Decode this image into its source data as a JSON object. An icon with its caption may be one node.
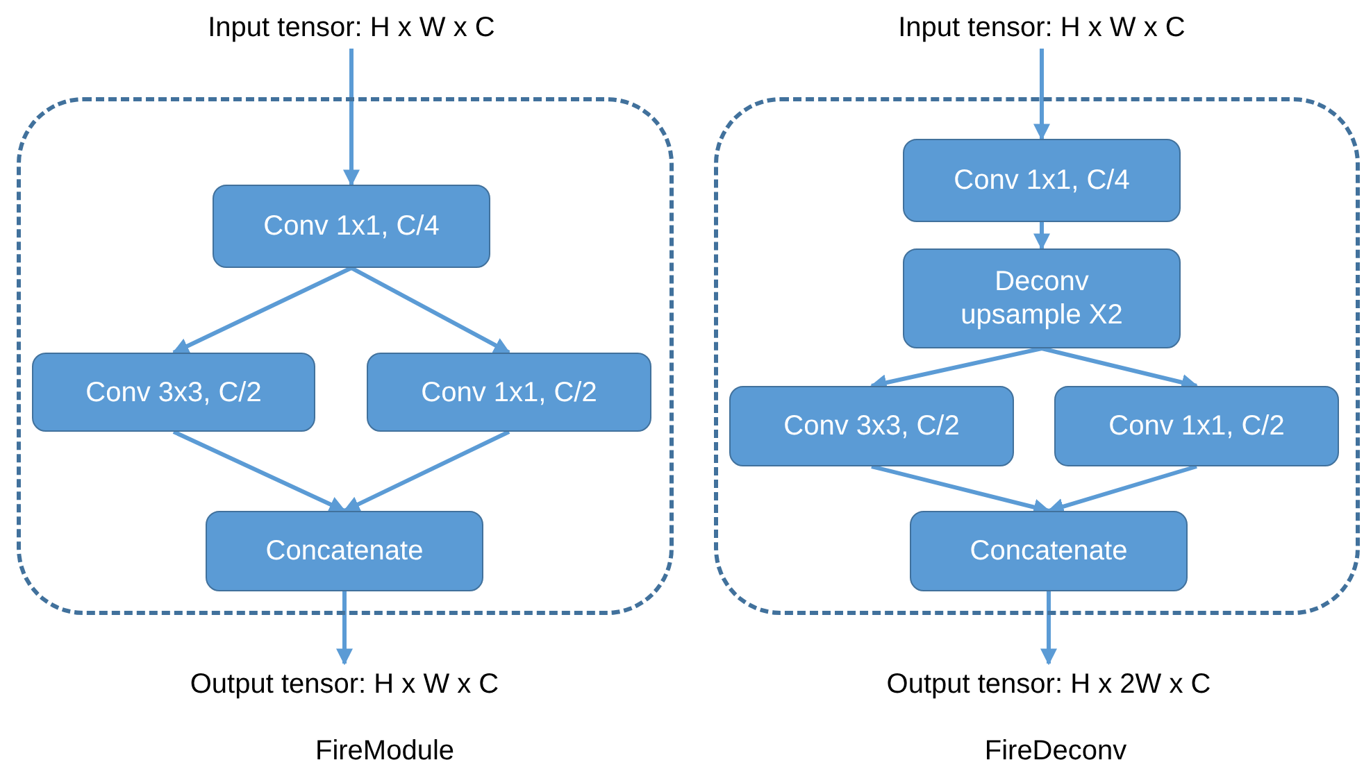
{
  "diagram": {
    "nodes": [
      {
        "text": [
          "Input tensor: H x W x C"
        ]
      },
      {
        "text": [],
        "shape": "box"
      },
      {
        "text": [
          "Conv 1x1, C/4"
        ],
        "in": 1
      },
      {
        "text": [
          "Conv 3x3, C/2"
        ],
        "in": 1
      },
      {
        "text": [
          "Conv 1x1, C/2"
        ],
        "in": 1
      },
      {
        "text": [
          "Concatenate"
        ],
        "in": 1
      },
      {
        "text": [
          "Output tensor: H x W x C"
        ]
      },
      {
        "text": [
          "Input tensor: H x W x C"
        ]
      },
      {
        "text": [],
        "shape": "box"
      },
      {
        "text": [
          "Conv 1x1, C/4"
        ],
        "in": 8
      },
      {
        "text": [
          "Deconv upsample X2"
        ],
        "in": 8
      },
      {
        "text": [
          "Conv 3x3, C/2"
        ],
        "in": 8
      },
      {
        "text": [
          "Conv 1x1, C/2"
        ],
        "in": 8
      },
      {
        "text": [
          "Concatenate"
        ],
        "in": 8
      },
      {
        "text": [
          "Output tensor: H x 2W x C"
        ]
      }
    ],
    "edges": [
      {
        "from": 0,
        "to": 2,
        "arrow": "to"
      },
      {
        "from": 2,
        "to": 3,
        "arrow": "to"
      },
      {
        "from": 2,
        "to": 4,
        "arrow": "to"
      },
      {
        "from": 3,
        "to": 5,
        "arrow": "to"
      },
      {
        "from": 4,
        "to": 5,
        "arrow": "to"
      },
      {
        "from": 5,
        "to": 6,
        "arrow": "to"
      },
      {
        "from": 7,
        "to": 9,
        "arrow": "to"
      },
      {
        "from": 9,
        "to": 10,
        "arrow": "to"
      },
      {
        "from": 10,
        "to": 11,
        "arrow": "to"
      },
      {
        "from": 10,
        "to": 12,
        "arrow": "to"
      },
      {
        "from": 11,
        "to": 13,
        "arrow": "to"
      },
      {
        "from": 12,
        "to": 13,
        "arrow": "to"
      },
      {
        "from": 13,
        "to": 14,
        "arrow": "to"
      }
    ],
    "labels": [
      "FireModule",
      "FireDeconv"
    ]
  }
}
